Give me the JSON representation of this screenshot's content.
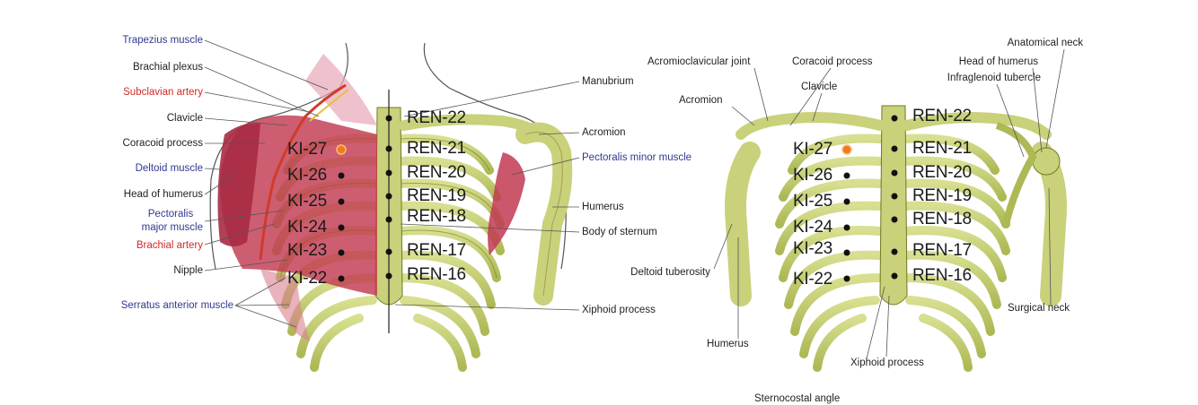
{
  "left_figure": {
    "labels_left": [
      {
        "text": "Trapezius muscle",
        "color": "blue"
      },
      {
        "text": "Brachial plexus",
        "color": "black"
      },
      {
        "text": "Subclavian artery",
        "color": "red"
      },
      {
        "text": "Clavicle",
        "color": "black"
      },
      {
        "text": "Coracoid process",
        "color": "black"
      },
      {
        "text": "Deltoid muscle",
        "color": "blue"
      },
      {
        "text": "Head of humerus",
        "color": "black"
      },
      {
        "text": "Pectoralis",
        "color": "blue"
      },
      {
        "text": "major muscle",
        "color": "blue"
      },
      {
        "text": "Brachial artery",
        "color": "red"
      },
      {
        "text": "Nipple",
        "color": "black"
      },
      {
        "text": "Serratus anterior muscle",
        "color": "blue"
      }
    ],
    "labels_right": [
      {
        "text": "Manubrium",
        "color": "black"
      },
      {
        "text": "Acromion",
        "color": "black"
      },
      {
        "text": "Pectoralis minor muscle",
        "color": "blue"
      },
      {
        "text": "Humerus",
        "color": "black"
      },
      {
        "text": "Body of sternum",
        "color": "black"
      },
      {
        "text": "Xiphoid process",
        "color": "black"
      }
    ],
    "ki_points": [
      "KI-27",
      "KI-26",
      "KI-25",
      "KI-24",
      "KI-23",
      "KI-22"
    ],
    "ren_points": [
      "REN-22",
      "REN-21",
      "REN-20",
      "REN-19",
      "REN-18",
      "REN-17",
      "REN-16"
    ]
  },
  "right_figure": {
    "labels": [
      {
        "text": "Acromioclavicular joint",
        "color": "black"
      },
      {
        "text": "Coracoid process",
        "color": "black"
      },
      {
        "text": "Clavicle",
        "color": "black"
      },
      {
        "text": "Acromion",
        "color": "black"
      },
      {
        "text": "Anatomical neck",
        "color": "black"
      },
      {
        "text": "Head of humerus",
        "color": "black"
      },
      {
        "text": "Infraglenoid tubercle",
        "color": "black"
      },
      {
        "text": "Deltoid tuberosity",
        "color": "black"
      },
      {
        "text": "Humerus",
        "color": "black"
      },
      {
        "text": "Xiphoid process",
        "color": "black"
      },
      {
        "text": "Surgical neck",
        "color": "black"
      },
      {
        "text": "Sternocostal angle",
        "color": "black"
      }
    ],
    "ki_points": [
      "KI-27",
      "KI-26",
      "KI-25",
      "KI-24",
      "KI-23",
      "KI-22"
    ],
    "ren_points": [
      "REN-22",
      "REN-21",
      "REN-20",
      "REN-19",
      "REN-18",
      "REN-17",
      "REN-16"
    ]
  },
  "colors": {
    "bone": "#c9d17a",
    "bone_outline": "#6f7a22",
    "muscle": "#c23a52",
    "artery": "#d23a2a",
    "label_blue": "#2f3a8f",
    "label_red": "#d02a2a",
    "highlight_point": "#f07a20"
  }
}
